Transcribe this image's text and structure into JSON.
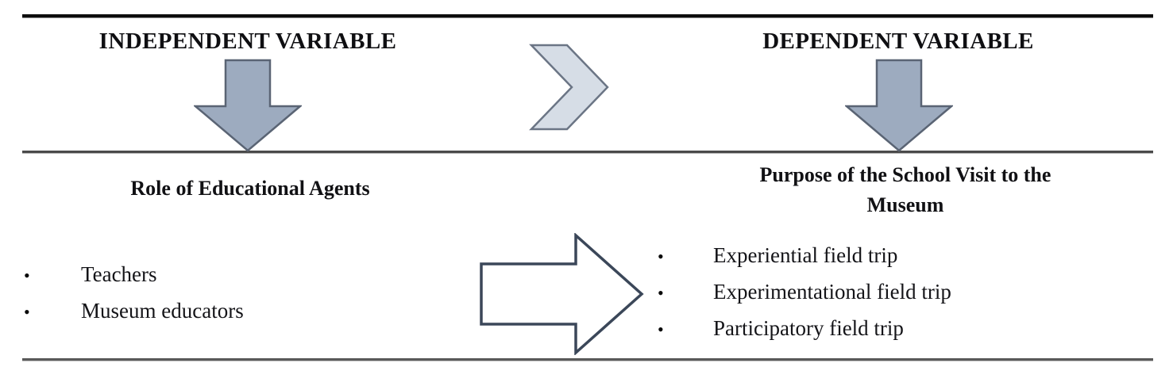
{
  "figure": {
    "type": "conceptual-variable-diagram",
    "colors": {
      "rule_top": "#0d0d0d",
      "rule_mid": "#4a4a4a",
      "rule_bottom": "#5a5a5a",
      "arrow_fill": "#9dabbf",
      "arrow_stroke": "#5a6474",
      "chevron_fill": "#d6dde6",
      "chevron_stroke": "#6b7585",
      "outline_arrow_fill": "#ffffff",
      "outline_arrow_stroke": "#3b4759",
      "text": "#111111"
    }
  },
  "top_band": {
    "independent_label": "INDEPENDENT VARIABLE",
    "dependent_label": "DEPENDENT VARIABLE"
  },
  "bottom_band": {
    "independent_column": {
      "heading": "Role of Educational Agents",
      "items": [
        "Teachers",
        "Museum educators"
      ]
    },
    "dependent_column": {
      "heading": "Purpose of the School Visit to the Museum",
      "heading_line_1": "Purpose of the School Visit to the",
      "heading_line_2": "Museum",
      "items": [
        "Experiential field trip",
        "Experimentational field trip",
        "Participatory field trip"
      ]
    }
  },
  "connectors": {
    "down_arrow_left": "down-arrow-icon",
    "down_arrow_right": "down-arrow-icon",
    "chevron": "chevron-right-icon",
    "relation_arrow": "right-arrow-icon"
  },
  "bullet_glyph": "•"
}
